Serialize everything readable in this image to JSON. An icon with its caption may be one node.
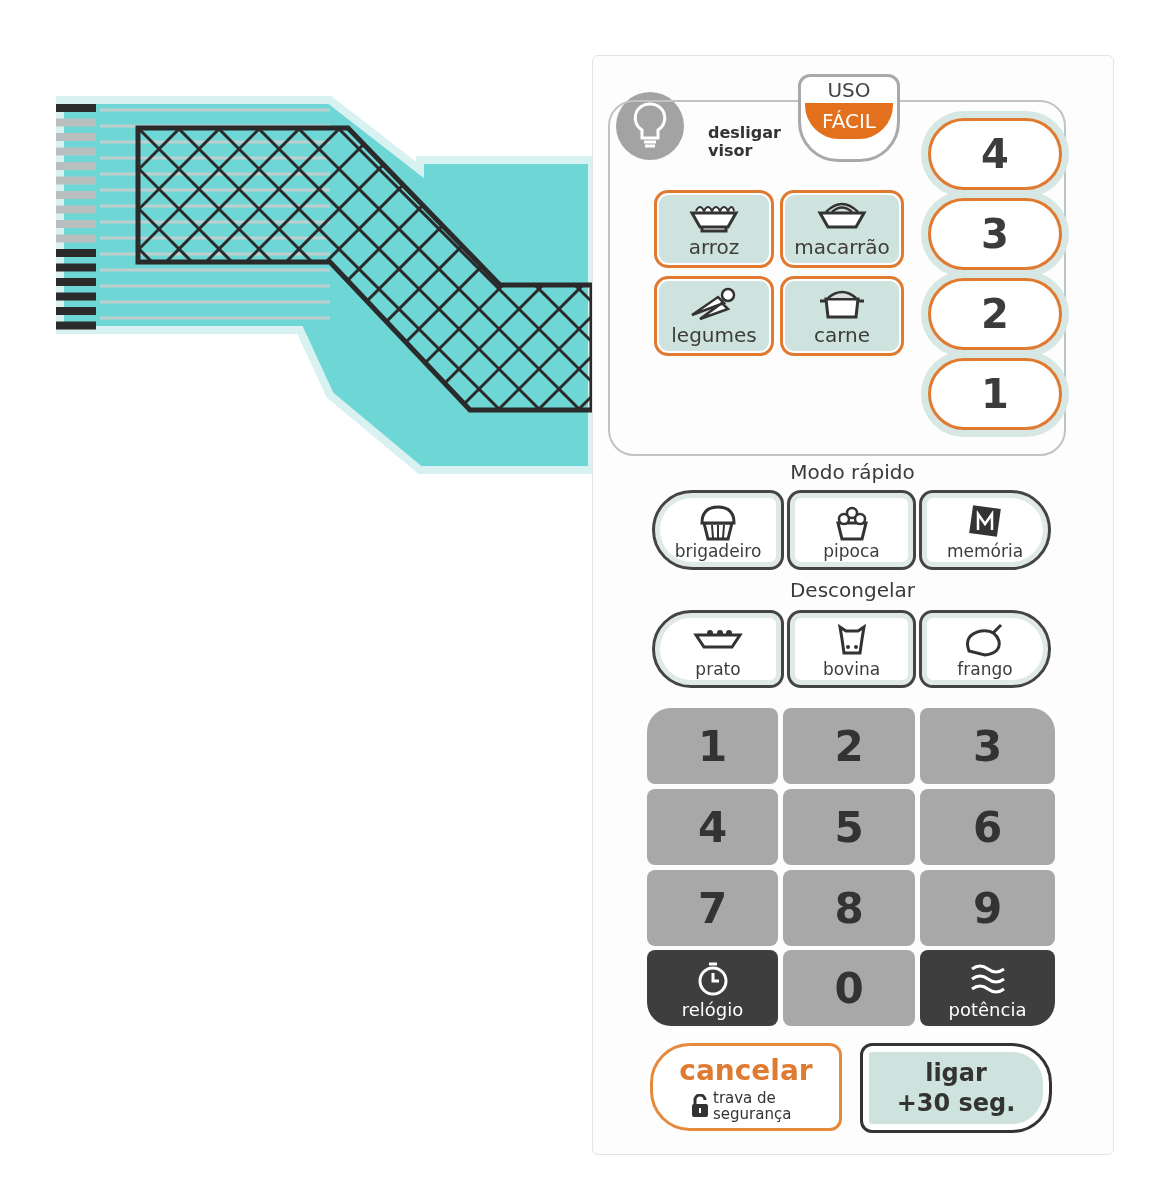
{
  "diagram": {
    "nodes": [
      {
        "text": [
          "desligar visor"
        ]
      },
      {
        "text": [
          "USO FÁCIL"
        ]
      },
      {
        "text": [
          "arroz"
        ],
        "in": 1
      },
      {
        "text": [
          "macarrão"
        ],
        "in": 1
      },
      {
        "text": [
          "legumes"
        ],
        "in": 1
      },
      {
        "text": [
          "carne"
        ],
        "in": 1
      },
      {
        "text": [
          "4"
        ],
        "in": 1
      },
      {
        "text": [
          "3"
        ],
        "in": 1
      },
      {
        "text": [
          "2"
        ],
        "in": 1
      },
      {
        "text": [
          "1"
        ],
        "in": 1
      },
      {
        "text": [
          "brigadeiro"
        ]
      },
      {
        "text": [
          "pipoca"
        ]
      },
      {
        "text": [
          "memória"
        ]
      },
      {
        "text": [
          "prato"
        ]
      },
      {
        "text": [
          "bovina"
        ]
      },
      {
        "text": [
          "frango"
        ]
      },
      {
        "text": [
          "1"
        ]
      },
      {
        "text": [
          "2"
        ]
      },
      {
        "text": [
          "3"
        ]
      },
      {
        "text": [
          "4"
        ]
      },
      {
        "text": [
          "5"
        ]
      },
      {
        "text": [
          "6"
        ]
      },
      {
        "text": [
          "7"
        ]
      },
      {
        "text": [
          "8"
        ]
      },
      {
        "text": [
          "9"
        ]
      },
      {
        "text": [
          "relógio"
        ]
      },
      {
        "text": [
          "0"
        ]
      },
      {
        "text": [
          "potência"
        ]
      },
      {
        "text": [
          "cancelar",
          "trava de segurança"
        ]
      },
      {
        "text": [
          "ligar",
          "+30 seg."
        ]
      }
    ],
    "labels": [
      "Modo rápido",
      "Descongelar"
    ]
  }
}
